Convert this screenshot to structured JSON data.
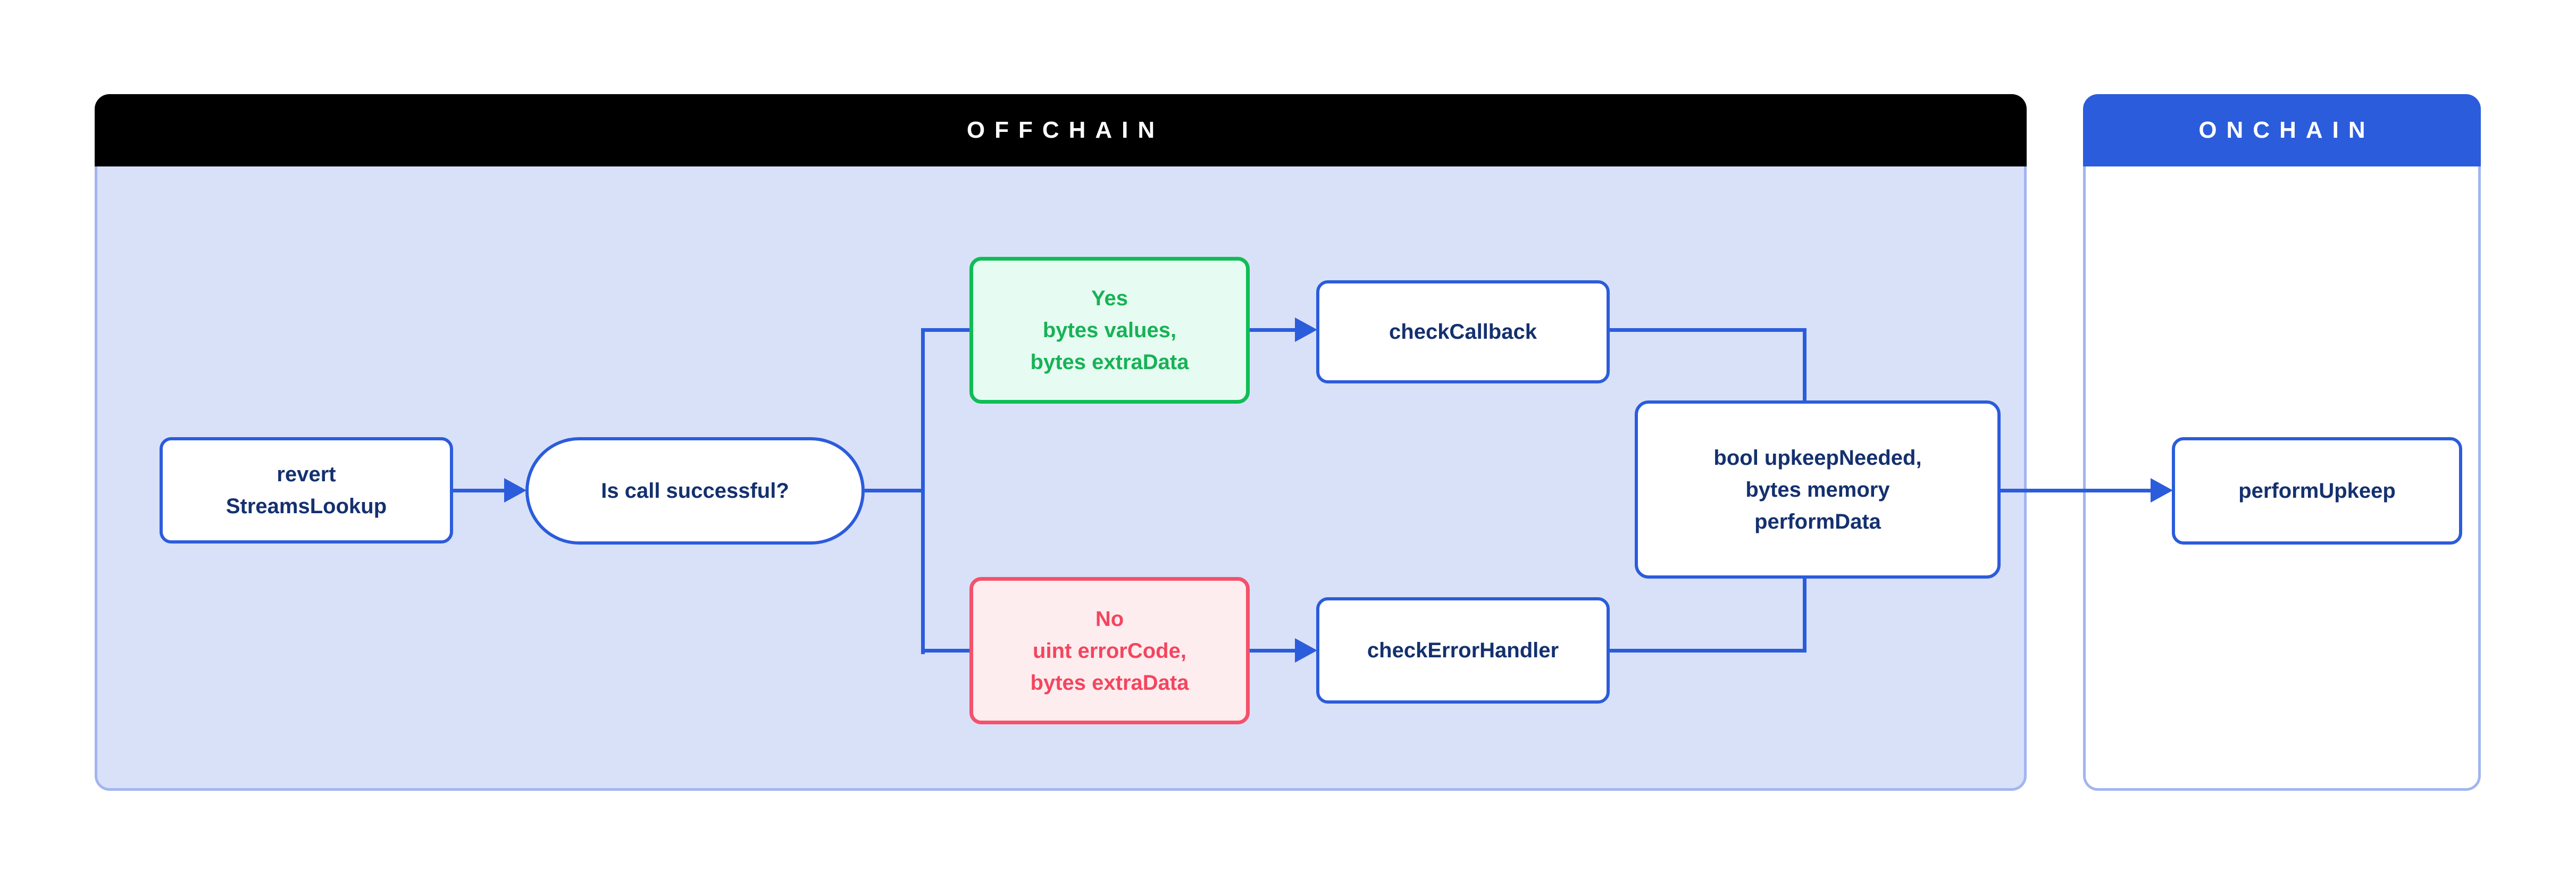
{
  "panels": {
    "offchain": {
      "title": "OFFCHAIN",
      "header_bg": "#000000",
      "body_bg": "#D9E1F8",
      "border": "#A2B5F0"
    },
    "onchain": {
      "title": "ONCHAIN",
      "header_bg": "#2B5CDB",
      "body_bg": "#FFFFFF",
      "border": "#A2B5F0"
    }
  },
  "nodes": {
    "revert": {
      "label": "revert\nStreamsLookup",
      "shape": "rect",
      "border": "#2B5CDB",
      "text_color": "#14306F"
    },
    "decision": {
      "label": "Is call successful?",
      "shape": "stadium",
      "border": "#2B5CDB",
      "text_color": "#14306F"
    },
    "yes_branch": {
      "label": "Yes\nbytes values,\nbytes extraData",
      "shape": "rect",
      "border": "#0FBD55",
      "fill": "#E6FBF1",
      "text_color": "#17B256"
    },
    "check_callback": {
      "label": "checkCallback",
      "shape": "rect",
      "border": "#2B5CDB",
      "text_color": "#14306F"
    },
    "no_branch": {
      "label": "No\nuint errorCode,\nbytes extraData",
      "shape": "rect",
      "border": "#F4516B",
      "fill": "#FDEDEF",
      "text_color": "#F4455E"
    },
    "check_error_handler": {
      "label": "checkErrorHandler",
      "shape": "rect",
      "border": "#2B5CDB",
      "text_color": "#14306F"
    },
    "upkeep_needed": {
      "label": "bool upkeepNeeded,\nbytes memory\nperformData",
      "shape": "rect",
      "border": "#2B5CDB",
      "text_color": "#14306F"
    },
    "perform_upkeep": {
      "label": "performUpkeep",
      "shape": "rect",
      "border": "#2B5CDB",
      "text_color": "#14306F"
    }
  },
  "edges": {
    "color": "#2B5CDB",
    "list": [
      {
        "from": "revert",
        "to": "decision",
        "arrow": true
      },
      {
        "from": "decision",
        "to": "yes_branch",
        "arrow": false
      },
      {
        "from": "decision",
        "to": "no_branch",
        "arrow": false
      },
      {
        "from": "yes_branch",
        "to": "check_callback",
        "arrow": true
      },
      {
        "from": "no_branch",
        "to": "check_error_handler",
        "arrow": true
      },
      {
        "from": "check_callback",
        "to": "upkeep_needed",
        "arrow": false
      },
      {
        "from": "check_error_handler",
        "to": "upkeep_needed",
        "arrow": false
      },
      {
        "from": "upkeep_needed",
        "to": "perform_upkeep",
        "arrow": true
      }
    ]
  }
}
